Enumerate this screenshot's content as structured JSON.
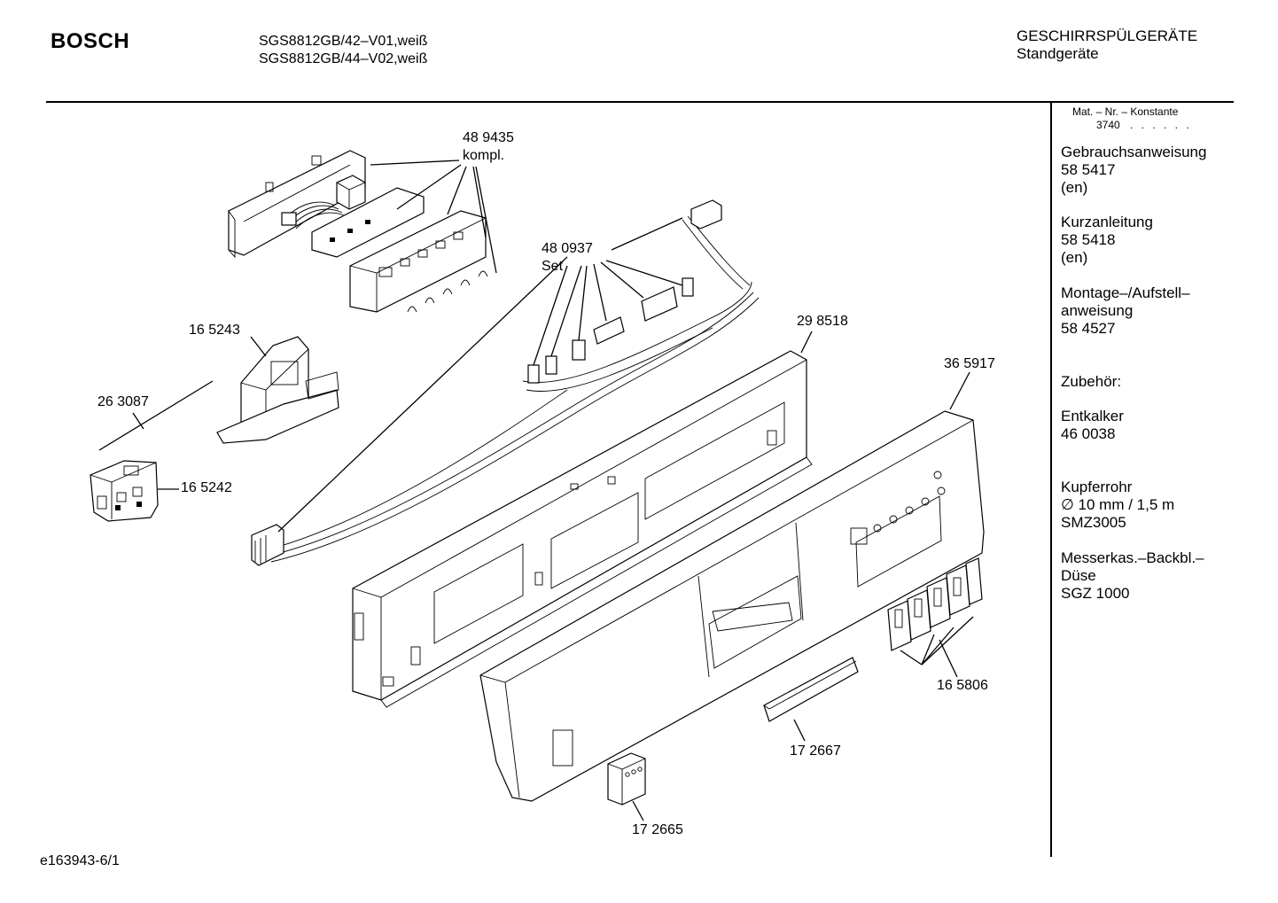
{
  "header": {
    "brand": "BOSCH",
    "models": [
      "SGS8812GB/42–V01,weiß",
      "SGS8812GB/44–V02,weiß"
    ],
    "category": "GESCHIRRSPÜLGERÄTE",
    "subcategory": "Standgeräte"
  },
  "sidebar": {
    "mat_header": "Mat. – Nr. – Konstante",
    "mat_value": "3740",
    "mat_dots": ". . . . . .",
    "lines": [
      "Gebrauchsanweisung",
      "58 5417",
      "(en)",
      "Kurzanleitung",
      "58 5418",
      "(en)",
      "Montage–/Aufstell–",
      "anweisung",
      "58 4527",
      "Zubehör:",
      "Entkalker",
      "46 0038",
      "Kupferrohr",
      "∅ 10 mm / 1,5 m",
      "SMZ3005",
      "Messerkas.–Backbl.–",
      "Düse",
      "SGZ 1000"
    ]
  },
  "callouts": {
    "c489435": "48 9435",
    "c489435_sub": "kompl.",
    "c480937": "48 0937",
    "c480937_sub": "Set",
    "c165243": "16 5243",
    "c263087": "26 3087",
    "c165242": "16 5242",
    "c298518": "29 8518",
    "c365917": "36 5917",
    "c165806": "16 5806",
    "c172667": "17 2667",
    "c172665": "17 2665"
  },
  "footer": {
    "code": "e163943-6/1"
  }
}
